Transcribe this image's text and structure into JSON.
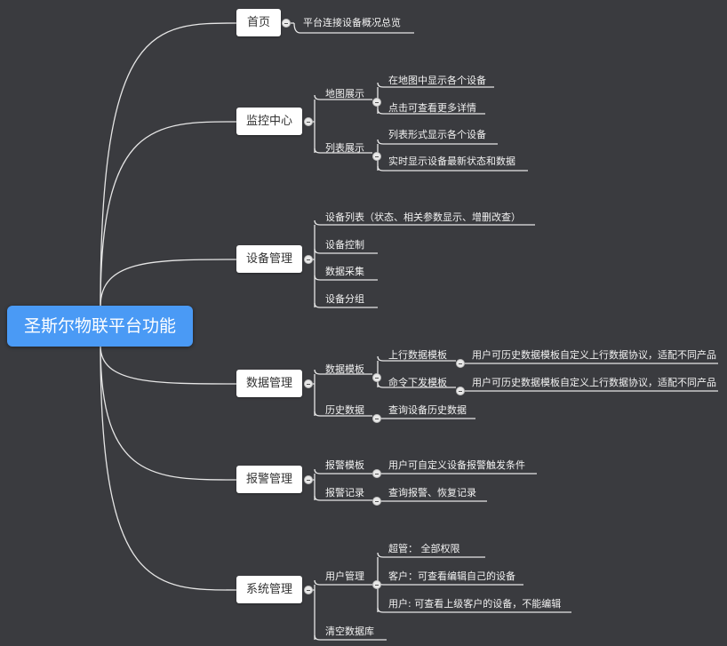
{
  "root": "圣斯尔物联平台功能",
  "colors": {
    "background": "#3a3b3f",
    "root": "#4a9af5",
    "line": "#e6e6e6"
  },
  "branches": [
    {
      "label": "首页",
      "children": [
        {
          "label": "平台连接设备概况总览"
        }
      ]
    },
    {
      "label": "监控中心",
      "children": [
        {
          "label": "地图展示",
          "children": [
            {
              "label": "在地图中显示各个设备"
            },
            {
              "label": "点击可查看更多详情"
            }
          ]
        },
        {
          "label": "列表展示",
          "children": [
            {
              "label": "列表形式显示各个设备"
            },
            {
              "label": "实时显示设备最新状态和数据"
            }
          ]
        }
      ]
    },
    {
      "label": "设备管理",
      "children": [
        {
          "label": "设备列表（状态、相关参数显示、增删改查）"
        },
        {
          "label": "设备控制"
        },
        {
          "label": "数据采集"
        },
        {
          "label": "设备分组"
        }
      ]
    },
    {
      "label": "数据管理",
      "children": [
        {
          "label": "数据模板",
          "children": [
            {
              "label": "上行数据模板",
              "children": [
                {
                  "label": "用户可历史数据模板自定义上行数据协议，适配不同产品"
                }
              ]
            },
            {
              "label": "命令下发模板",
              "children": [
                {
                  "label": "用户可历史数据模板自定义上行数据协议，适配不同产品"
                }
              ]
            }
          ]
        },
        {
          "label": "历史数据",
          "children": [
            {
              "label": "查询设备历史数据"
            }
          ]
        }
      ]
    },
    {
      "label": "报警管理",
      "children": [
        {
          "label": "报警模板",
          "children": [
            {
              "label": "用户可自定义设备报警触发条件"
            }
          ]
        },
        {
          "label": "报警记录",
          "children": [
            {
              "label": "查询报警、恢复记录"
            }
          ]
        }
      ]
    },
    {
      "label": "系统管理",
      "children": [
        {
          "label": "用户管理",
          "children": [
            {
              "label": "超管： 全部权限"
            },
            {
              "label": "客户：可查看编辑自己的设备"
            },
            {
              "label": "用户: 可查看上级客户的设备，不能编辑"
            }
          ]
        },
        {
          "label": "清空数据库"
        }
      ]
    }
  ]
}
